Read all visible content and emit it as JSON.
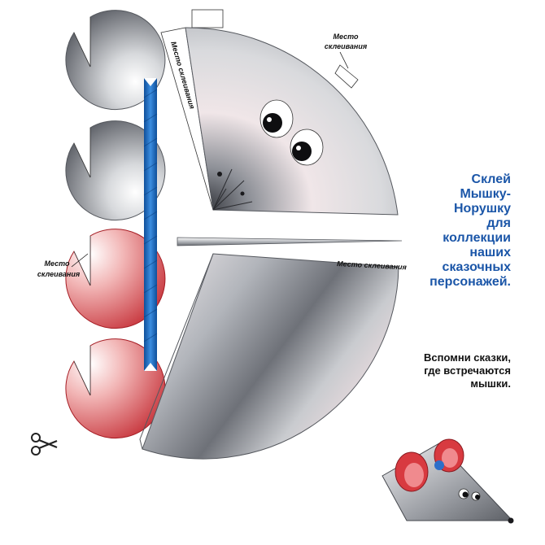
{
  "heading_lines": [
    "Склей",
    "Мышку-",
    "Норушку",
    "для",
    "коллекции",
    "наших",
    "сказочных",
    "персонажей."
  ],
  "note_lines": [
    "Вспомни сказки,",
    "где встречаются",
    "мышки."
  ],
  "glue_label_top": "Место склеивания",
  "glue_label_side": "Место склеивания",
  "glue_label_bottom": "Место склеивания",
  "glue_label_ear_line1": "Место",
  "glue_label_ear_line2": "склеивания",
  "icons": [
    "scissors-icon",
    "mouse-figure",
    "eye-icon"
  ],
  "colors": {
    "heading": "#1b56a8",
    "ribbon": "#1f6fc4",
    "ear_red": "#cf3138",
    "ear_grey": "#8a8d93",
    "body_grey": "#b9bbc0"
  }
}
